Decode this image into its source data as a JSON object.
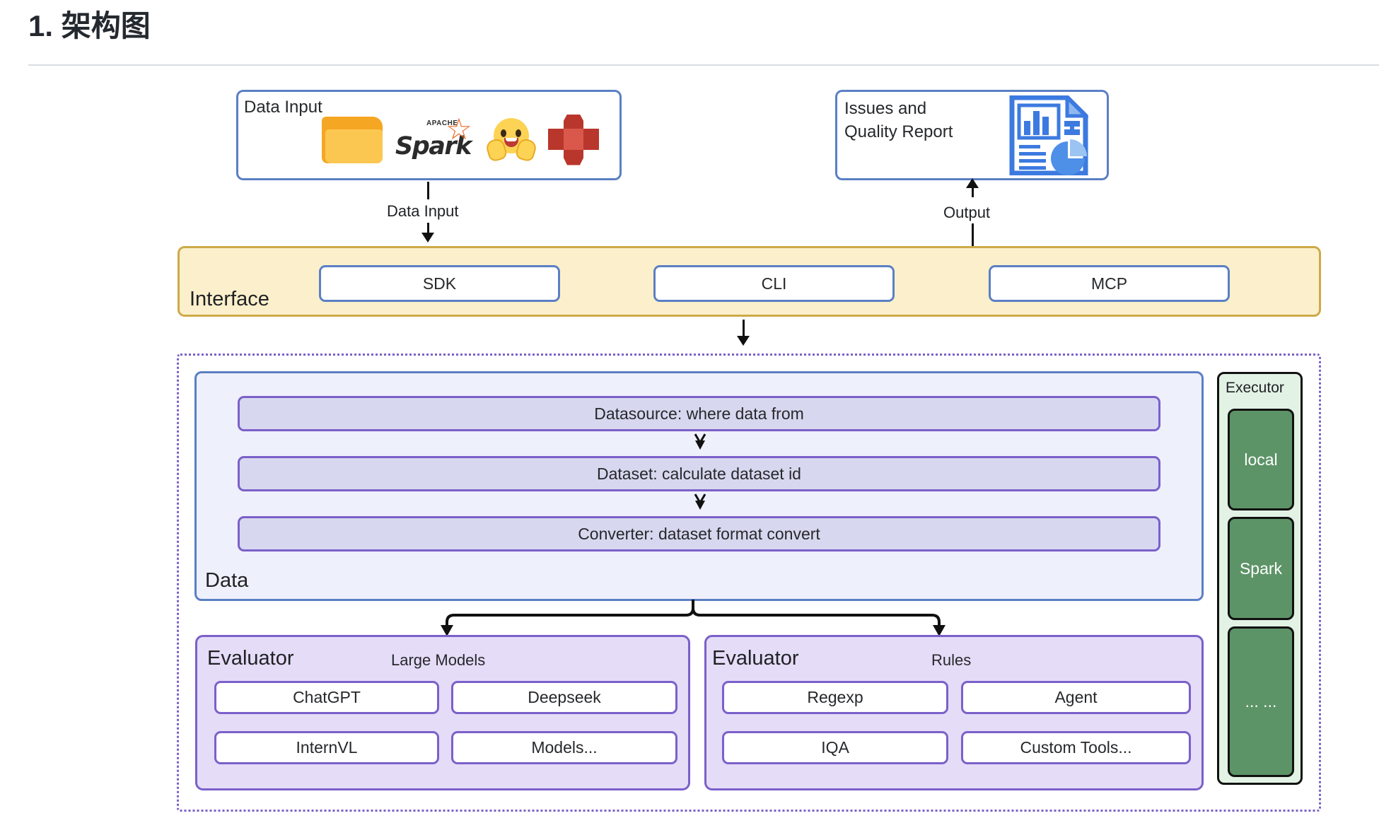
{
  "header": {
    "title": "1. 架构图"
  },
  "top": {
    "data_input": {
      "label": "Data Input",
      "icons": [
        "folder-icon",
        "apache-spark-logo",
        "hugging-face-icon",
        "aws-s3-icon"
      ],
      "spark_word": "Spark",
      "spark_apache": "APACHE",
      "spark_tm": "™"
    },
    "report": {
      "line1": "Issues and",
      "line2": "Quality Report",
      "icon": "report-document-icon"
    }
  },
  "connectors": {
    "data_input": "Data Input",
    "output": "Output"
  },
  "interface": {
    "label": "Interface",
    "buttons": [
      {
        "label": "SDK"
      },
      {
        "label": "CLI"
      },
      {
        "label": "MCP"
      }
    ]
  },
  "data": {
    "label": "Data",
    "stages": [
      {
        "label": "Datasource: where data from"
      },
      {
        "label": "Dataset: calculate dataset id"
      },
      {
        "label": "Converter: dataset format convert"
      }
    ]
  },
  "evaluators": [
    {
      "title": "Evaluator",
      "subtitle": "Large Models",
      "items": [
        "ChatGPT",
        "Deepseek",
        "InternVL",
        "Models..."
      ]
    },
    {
      "title": "Evaluator",
      "subtitle": "Rules",
      "items": [
        "Regexp",
        "Agent",
        "IQA",
        "Custom Tools..."
      ]
    }
  ],
  "executor": {
    "title": "Executor",
    "items": [
      "local",
      "Spark",
      "... ..."
    ]
  },
  "colors": {
    "blue_border": "#5b7fc4",
    "interface_fill": "#fbf0cb",
    "interface_border": "#cdaa49",
    "purple_border": "#7b60c9",
    "data_fill": "#eef0fb",
    "stage_fill": "#d7d8ef",
    "evaluator_fill": "#e5dcf8",
    "executor_fill": "#e2f2e4",
    "executor_item_fill": "#5d9467",
    "dotted_border": "#7b60c9"
  }
}
